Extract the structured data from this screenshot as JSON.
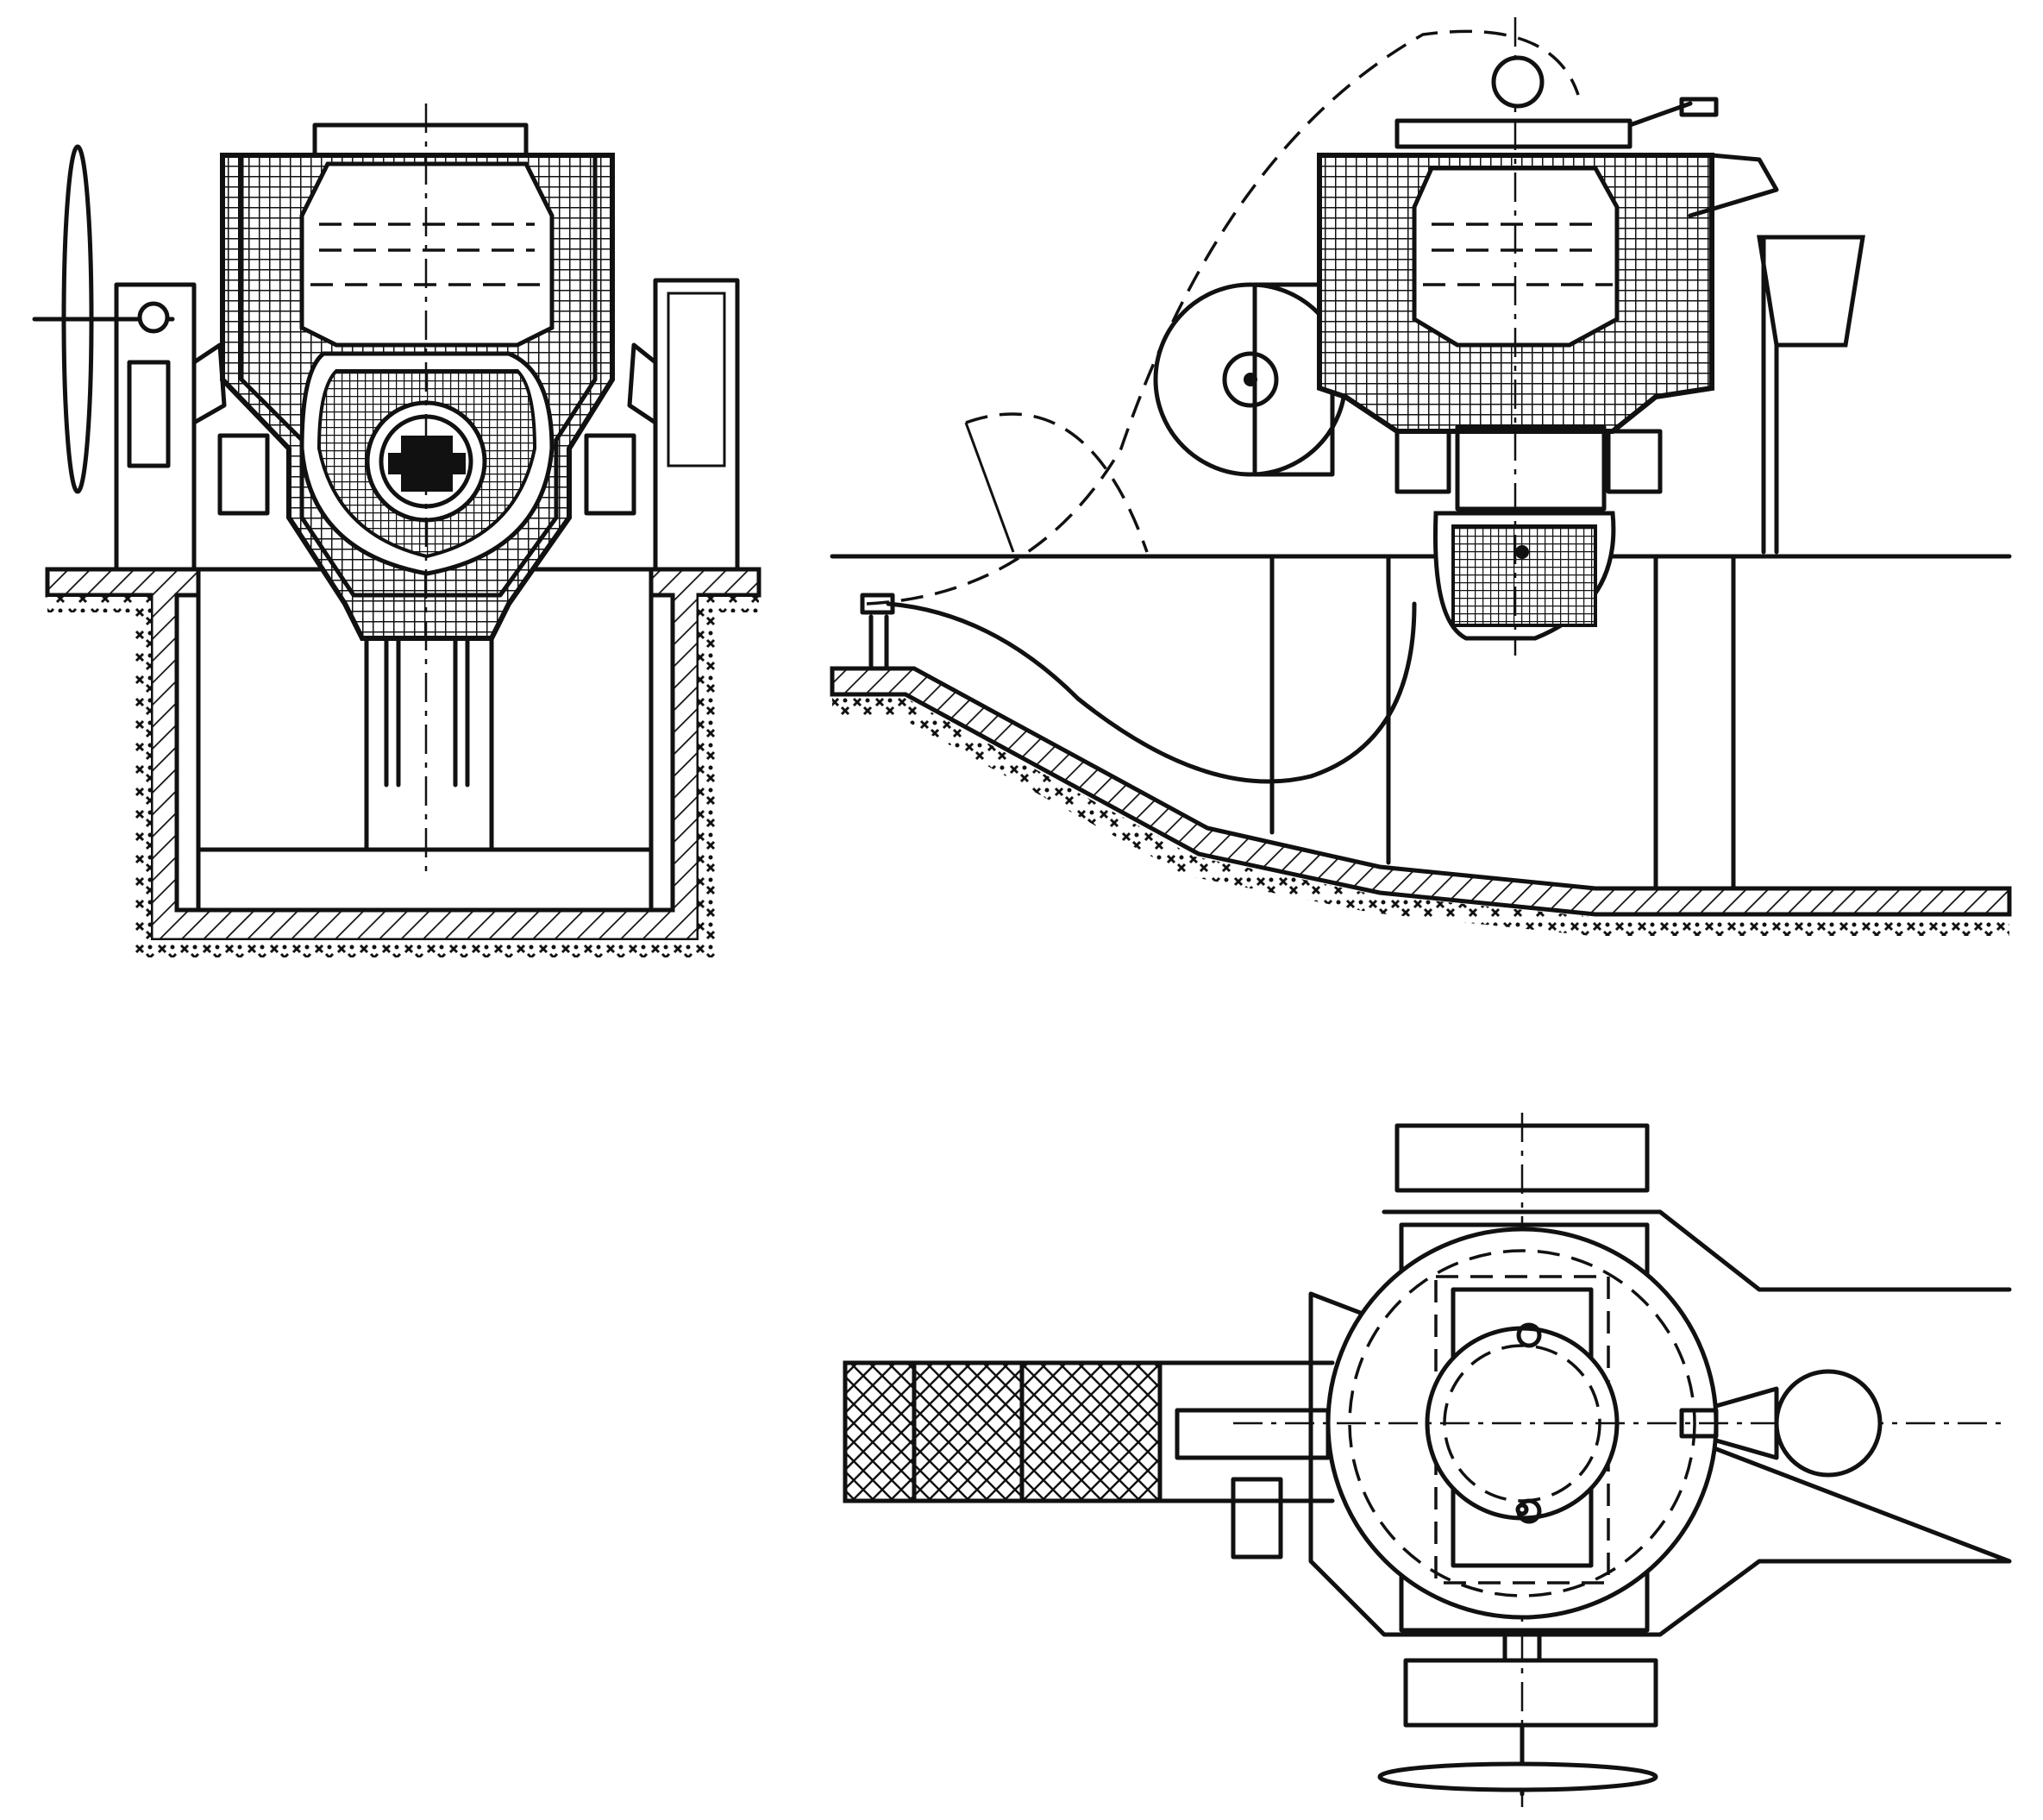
{
  "figure": {
    "views": [
      {
        "id": "front-section"
      },
      {
        "id": "side-section"
      },
      {
        "id": "plan-view"
      }
    ]
  },
  "colors": {
    "ink": "#111111",
    "paper": "#ffffff"
  }
}
